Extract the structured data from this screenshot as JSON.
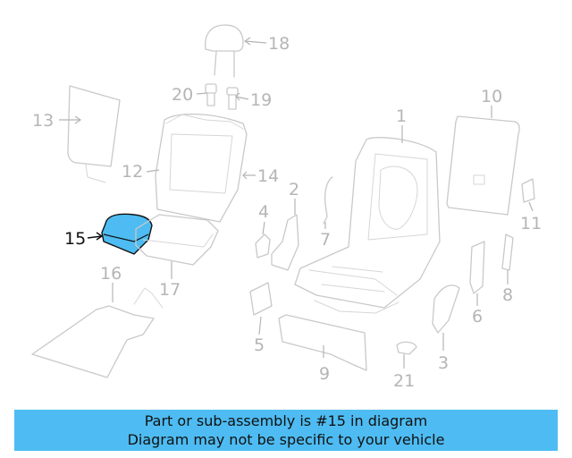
{
  "diagram": {
    "highlight_color": "#4ebcf2",
    "parts": [
      {
        "id": "1",
        "label": "1"
      },
      {
        "id": "2",
        "label": "2"
      },
      {
        "id": "3",
        "label": "3"
      },
      {
        "id": "4",
        "label": "4"
      },
      {
        "id": "5",
        "label": "5"
      },
      {
        "id": "6",
        "label": "6"
      },
      {
        "id": "7",
        "label": "7"
      },
      {
        "id": "8",
        "label": "8"
      },
      {
        "id": "9",
        "label": "9"
      },
      {
        "id": "10",
        "label": "10"
      },
      {
        "id": "11",
        "label": "11"
      },
      {
        "id": "12",
        "label": "12"
      },
      {
        "id": "13",
        "label": "13"
      },
      {
        "id": "14",
        "label": "14"
      },
      {
        "id": "15",
        "label": "15",
        "highlighted": true
      },
      {
        "id": "16",
        "label": "16"
      },
      {
        "id": "17",
        "label": "17"
      },
      {
        "id": "18",
        "label": "18"
      },
      {
        "id": "19",
        "label": "19"
      },
      {
        "id": "20",
        "label": "20"
      },
      {
        "id": "21",
        "label": "21"
      }
    ]
  },
  "banner": {
    "line1": "Part or sub-assembly is #15 in diagram",
    "line2": "Diagram may not be specific to your vehicle",
    "background": "#4ebcf2"
  }
}
